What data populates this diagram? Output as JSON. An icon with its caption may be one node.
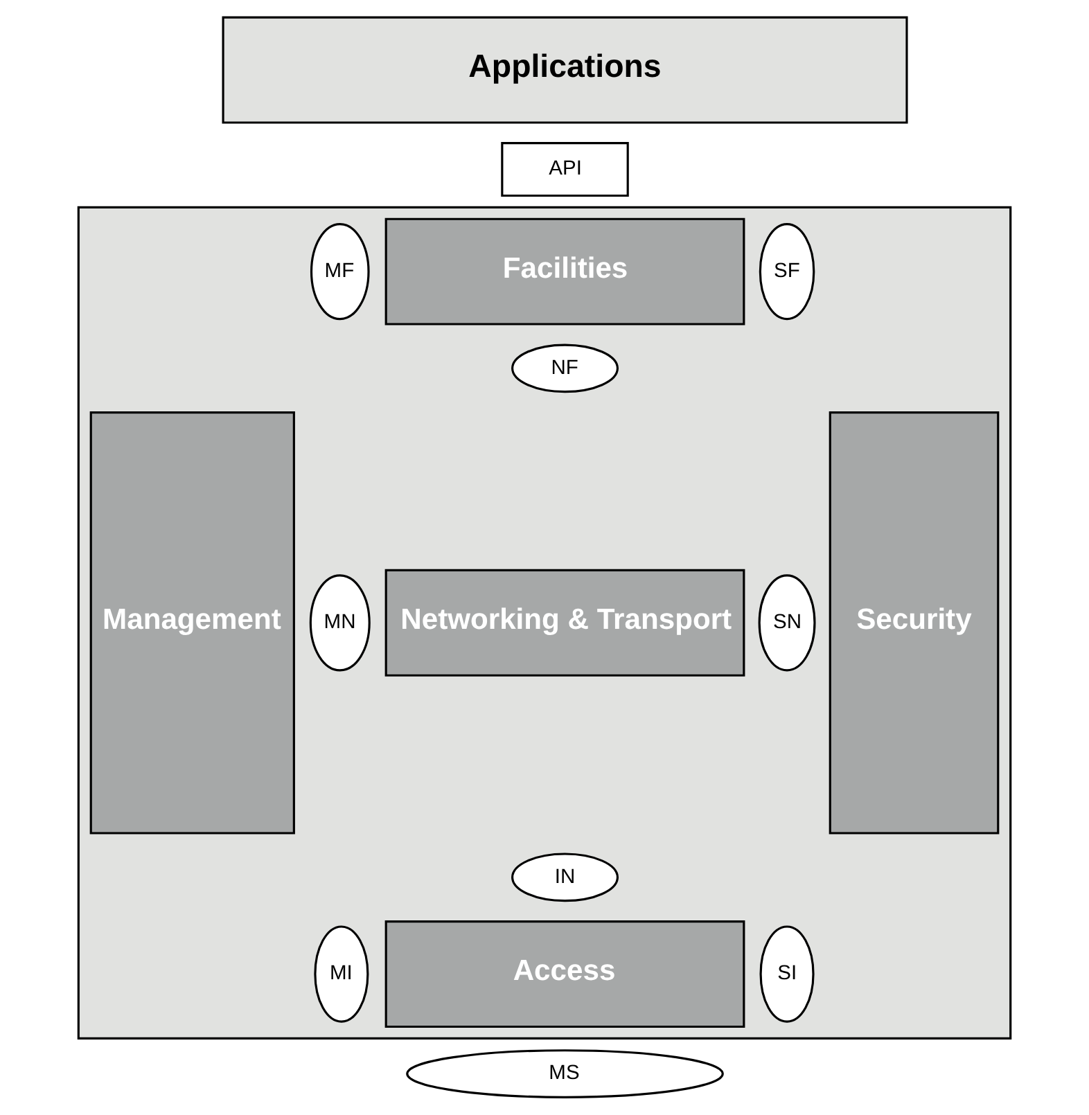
{
  "diagram": {
    "nodes": [
      {
        "text": [
          "Applications"
        ]
      },
      {
        "text": [
          "API"
        ]
      },
      {
        "text": [],
        "shape": "box"
      },
      {
        "text": [
          "Management"
        ],
        "in": 2
      },
      {
        "text": [
          "Facilities"
        ],
        "in": 2
      },
      {
        "text": [
          "Networking & Transport"
        ],
        "in": 2
      },
      {
        "text": [
          "Access"
        ],
        "in": 2
      },
      {
        "text": [
          "Security"
        ],
        "in": 2
      },
      {
        "text": [
          "MF"
        ],
        "in": 2
      },
      {
        "text": [
          "SF"
        ],
        "in": 2
      },
      {
        "text": [
          "NF"
        ],
        "in": 2
      },
      {
        "text": [
          "MN"
        ],
        "in": 2
      },
      {
        "text": [
          "SN"
        ],
        "in": 2
      },
      {
        "text": [
          "IN"
        ],
        "in": 2
      },
      {
        "text": [
          "MI"
        ],
        "in": 2
      },
      {
        "text": [
          "SI"
        ],
        "in": 2
      },
      {
        "text": [
          "MS"
        ]
      }
    ],
    "edges": []
  }
}
